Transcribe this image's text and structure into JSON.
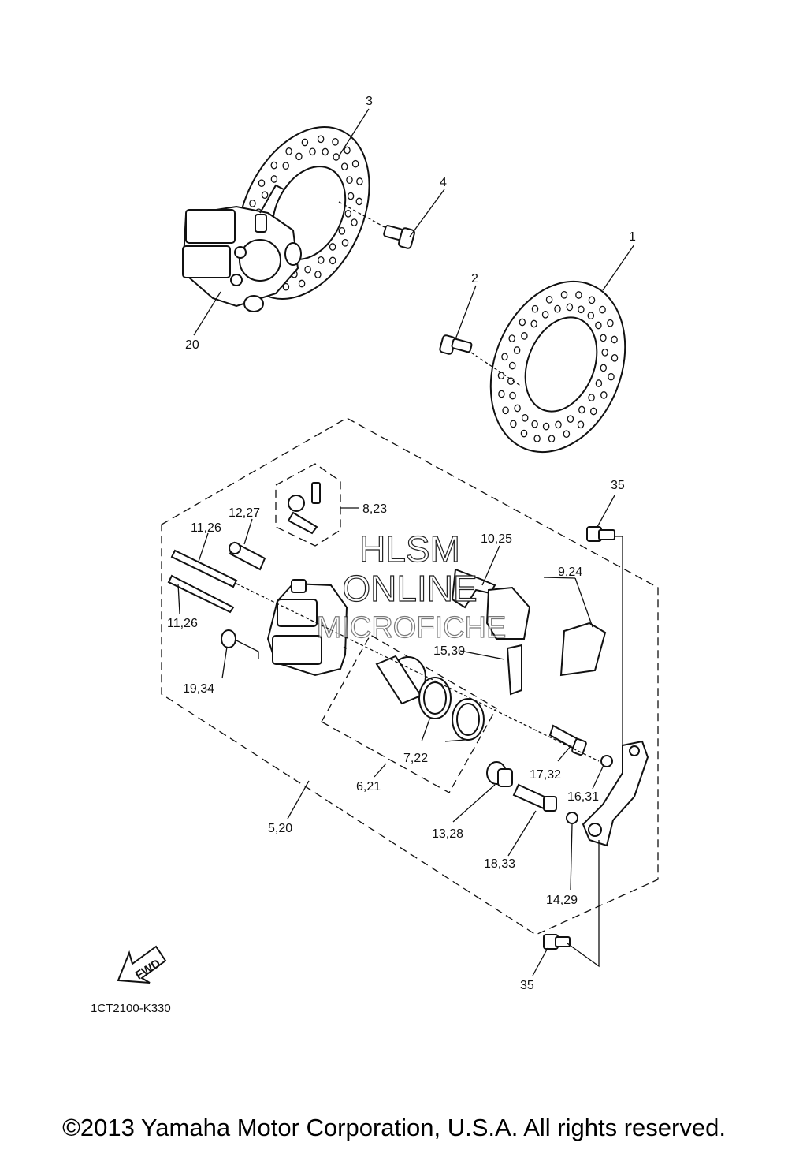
{
  "watermark": {
    "line1": "HLSM",
    "line2": "ONLINE",
    "line3": "MICROFICHE"
  },
  "callouts": [
    "1",
    "2",
    "3",
    "4",
    "20",
    "35",
    "8,23",
    "12,27",
    "11,26",
    "11,26",
    "10,25",
    "9,24",
    "19,34",
    "15,30",
    "7,22",
    "6,21",
    "5,20",
    "17,32",
    "16,31",
    "13,28",
    "18,33",
    "14,29",
    "35"
  ],
  "fwd_label": "FWD",
  "diagram_code": "1CT2100-K330",
  "copyright": "©2013 Yamaha Motor Corporation, U.S.A. All rights reserved."
}
